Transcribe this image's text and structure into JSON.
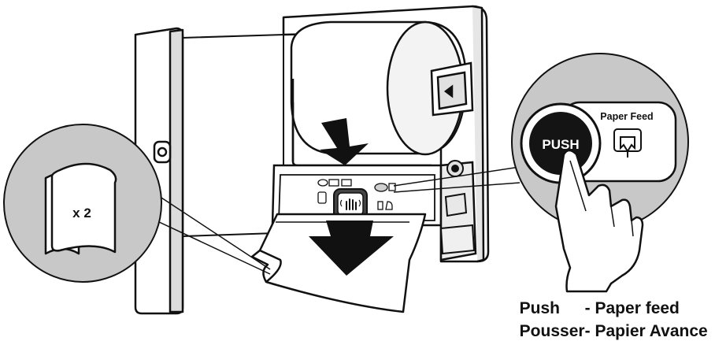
{
  "callouts": {
    "left": {
      "text": "x 2"
    },
    "right": {
      "button_text": "PUSH",
      "label": "Paper Feed"
    }
  },
  "captions": [
    {
      "action": "Push",
      "desc": "- Paper feed"
    },
    {
      "action": "Pousser",
      "desc": "- Papier Avance"
    }
  ],
  "colors": {
    "ink": "#111111",
    "callout_fill": "#c8c8c8",
    "arrow": "#111111"
  }
}
